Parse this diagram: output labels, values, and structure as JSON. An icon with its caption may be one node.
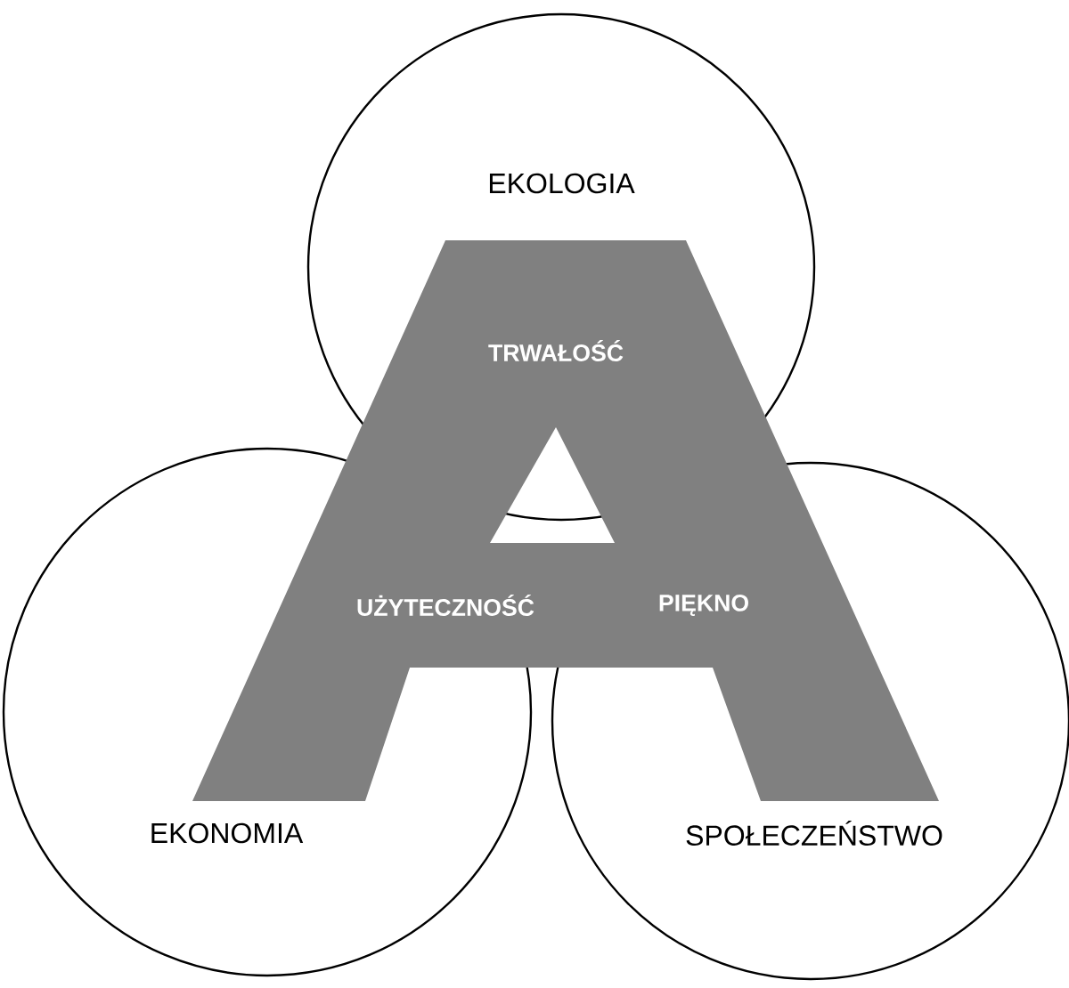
{
  "diagram": {
    "nodes": [
      {
        "text": [
          "EKOLOGIA"
        ]
      },
      {
        "text": [
          "EKONOMIA"
        ]
      },
      {
        "text": [
          "SPOŁECZEŃSTWO"
        ]
      }
    ],
    "labels": [
      "TRWAŁOŚĆ",
      "UŻYTECZNOŚĆ",
      "PIĘKNO"
    ]
  }
}
